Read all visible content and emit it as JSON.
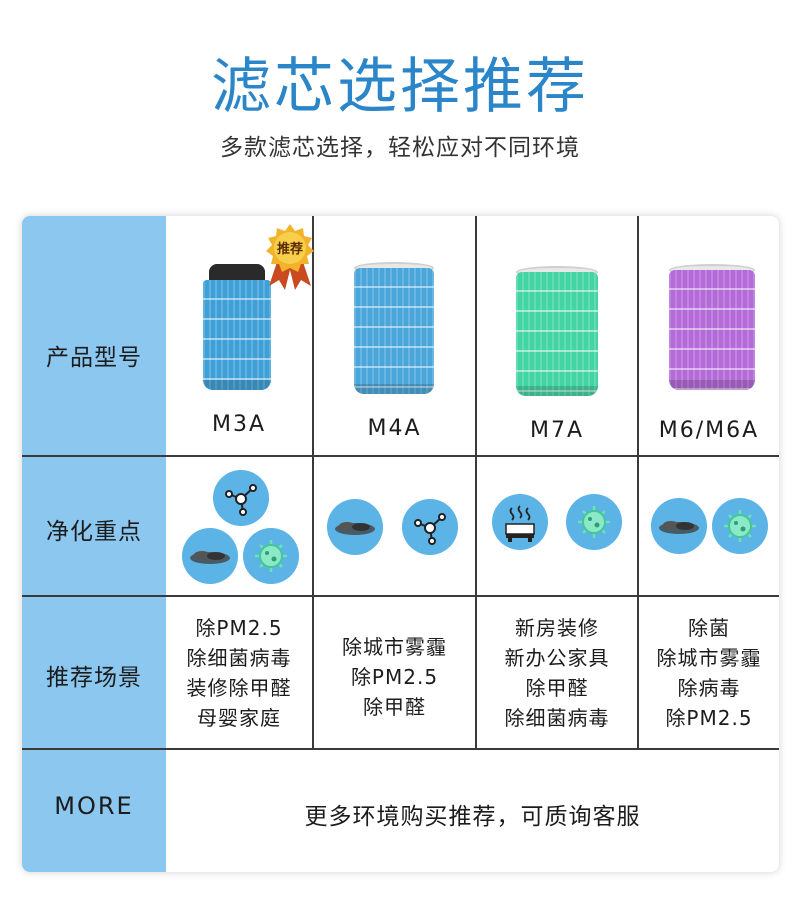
{
  "header": {
    "title": "滤芯选择推荐",
    "subtitle": "多款滤芯选择，轻松应对不同环境"
  },
  "row_labels": {
    "model": "产品型号",
    "focus": "净化重点",
    "scene": "推荐场景",
    "more": "MORE"
  },
  "badge": "推荐",
  "models": [
    {
      "name": "M3A",
      "color": "#3fa0d8",
      "recommended": true
    },
    {
      "name": "M4A",
      "color": "#4aa6da"
    },
    {
      "name": "M7A",
      "color": "#43d4a3"
    },
    {
      "name": "M6/M6A",
      "color": "#b46ad8"
    }
  ],
  "focus_icons": [
    [
      "molecule-icon",
      "smog-icon",
      "virus-icon"
    ],
    [
      "smog-icon",
      "molecule-icon"
    ],
    [
      "kitchen-fume-icon",
      "virus-icon"
    ],
    [
      "smog-icon",
      "virus-icon"
    ]
  ],
  "scenes": [
    [
      "除PM2.5",
      "除细菌病毒",
      "装修除甲醛",
      "母婴家庭"
    ],
    [
      "除城市雾霾",
      "除PM2.5",
      "除甲醛"
    ],
    [
      "新房装修",
      "新办公家具",
      "除甲醛",
      "除细菌病毒"
    ],
    [
      "除菌",
      "除城市雾霾",
      "除病毒",
      "除PM2.5"
    ]
  ],
  "more_text": "更多环境购买推荐，可质询客服",
  "colors": {
    "title": "#2a86c8",
    "label_column": "#8bc7ef",
    "icon_circle": "#5bb3e6"
  }
}
